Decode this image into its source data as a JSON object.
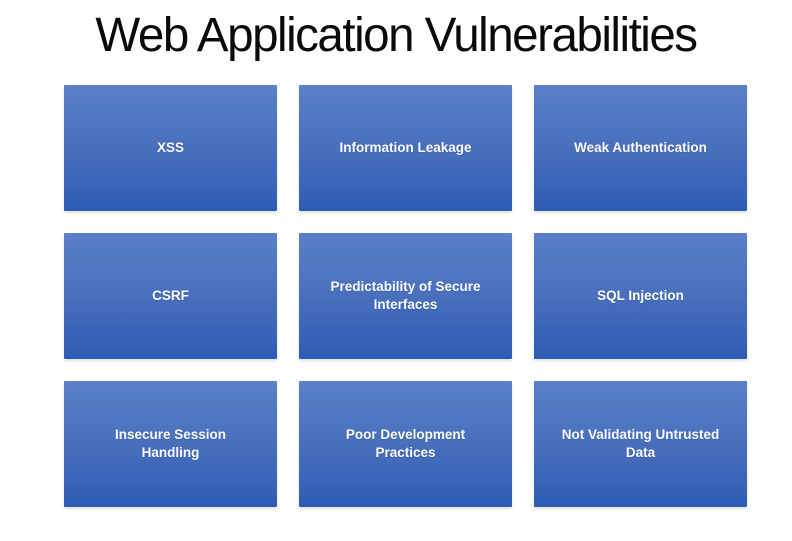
{
  "title": "Web Application Vulnerabilities",
  "colors": {
    "background": "#ffffff",
    "title_text": "#0a0a0a",
    "box_gradient_top": "#5b80c9",
    "box_gradient_bottom": "#2e5cb4",
    "box_label_text": "#fafcff"
  },
  "grid": {
    "rows": 3,
    "columns": 3
  },
  "items": [
    {
      "label": "XSS"
    },
    {
      "label": "Information Leakage"
    },
    {
      "label": "Weak Authentication"
    },
    {
      "label": "CSRF"
    },
    {
      "label": "Predictability of Secure Interfaces"
    },
    {
      "label": "SQL Injection"
    },
    {
      "label": "Insecure Session Handling"
    },
    {
      "label": "Poor Development Practices"
    },
    {
      "label": "Not Validating Untrusted Data"
    }
  ]
}
